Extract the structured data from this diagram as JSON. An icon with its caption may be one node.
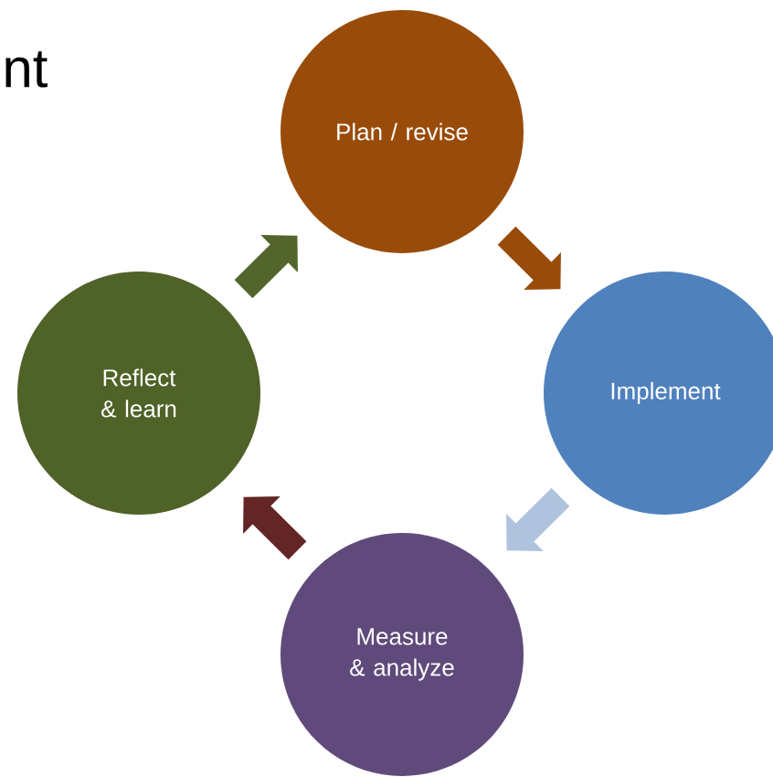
{
  "diagram": {
    "nodes": [
      {
        "text": [
          "Plan / revise"
        ]
      },
      {
        "text": [
          "Implement"
        ]
      },
      {
        "text": [
          "Measure & analyze"
        ]
      },
      {
        "text": [
          "Reflect & learn"
        ]
      }
    ],
    "edges": [
      {
        "from": 0,
        "to": 1,
        "arrow": "to",
        "color": "#994c0a"
      },
      {
        "from": 1,
        "to": 2,
        "arrow": "to",
        "color": "#b0c3de"
      },
      {
        "from": 2,
        "to": 3,
        "arrow": "to",
        "color": "#632525"
      },
      {
        "from": 3,
        "to": 0,
        "arrow": "to",
        "color": "#52652b"
      }
    ],
    "labels": [
      "nt"
    ]
  }
}
